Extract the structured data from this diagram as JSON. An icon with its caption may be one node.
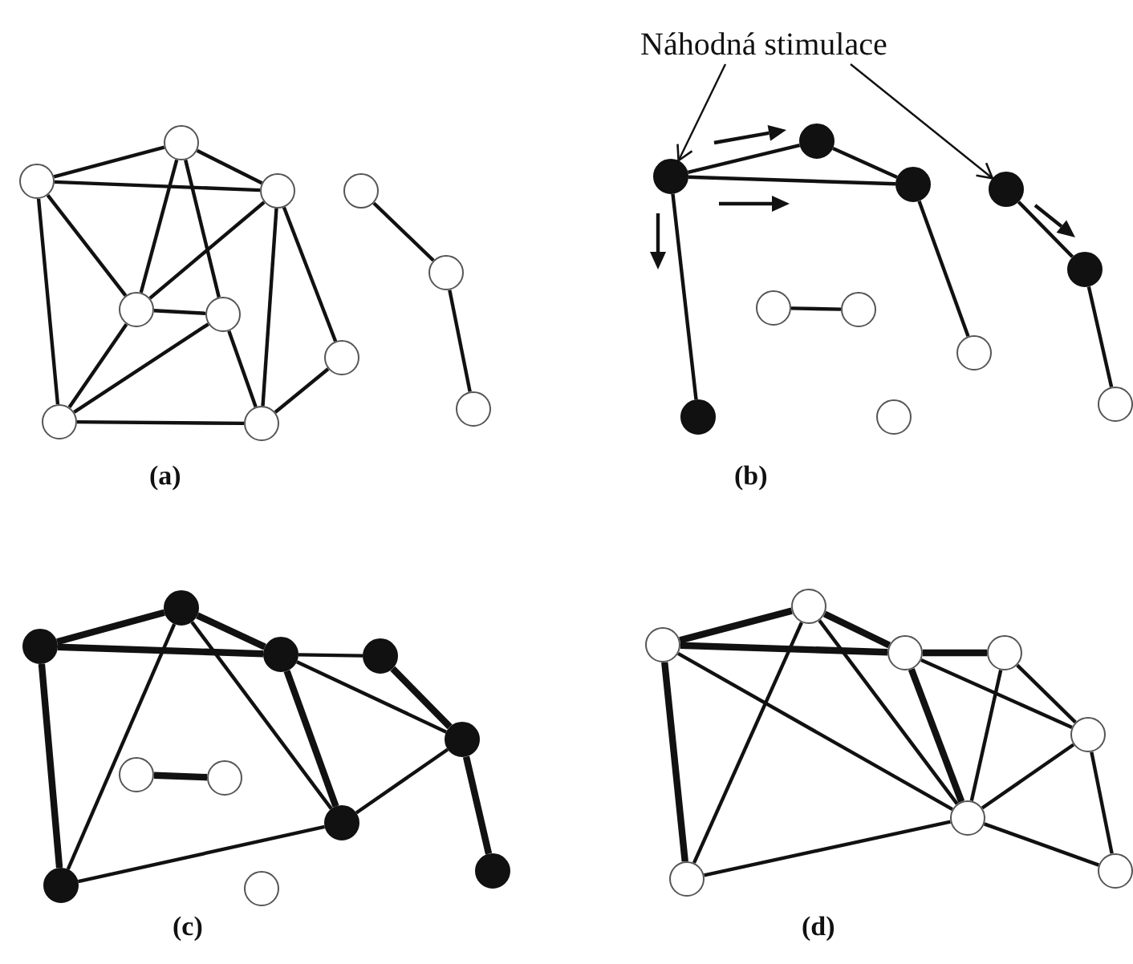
{
  "diagram": {
    "nodes": [
      {
        "text": [],
        "shape": "circle"
      },
      {
        "text": [],
        "shape": "circle"
      },
      {
        "text": [],
        "shape": "circle"
      },
      {
        "text": [],
        "shape": "circle"
      },
      {
        "text": [],
        "shape": "circle"
      },
      {
        "text": [],
        "shape": "circle"
      },
      {
        "text": [],
        "shape": "circle"
      },
      {
        "text": [],
        "shape": "circle"
      },
      {
        "text": [],
        "shape": "circle"
      },
      {
        "text": [],
        "shape": "circle"
      },
      {
        "text": [],
        "shape": "circle"
      },
      {
        "text": [
          "Náhodná stimulace"
        ]
      },
      {
        "text": [],
        "shape": "dot"
      },
      {
        "text": [],
        "shape": "dot"
      },
      {
        "text": [],
        "shape": "dot"
      },
      {
        "text": [],
        "shape": "dot"
      },
      {
        "text": [],
        "shape": "dot"
      },
      {
        "text": [],
        "shape": "dot"
      },
      {
        "text": [],
        "shape": "circle"
      },
      {
        "text": [],
        "shape": "circle"
      },
      {
        "text": [],
        "shape": "circle"
      },
      {
        "text": [],
        "shape": "circle"
      },
      {
        "text": [],
        "shape": "circle"
      },
      {
        "text": [],
        "shape": "dot"
      },
      {
        "text": [],
        "shape": "dot"
      },
      {
        "text": [],
        "shape": "dot"
      },
      {
        "text": [],
        "shape": "dot"
      },
      {
        "text": [],
        "shape": "dot"
      },
      {
        "text": [],
        "shape": "dot"
      },
      {
        "text": [],
        "shape": "dot"
      },
      {
        "text": [],
        "shape": "dot"
      },
      {
        "text": [],
        "shape": "circle"
      },
      {
        "text": [],
        "shape": "circle"
      },
      {
        "text": [],
        "shape": "circle"
      },
      {
        "text": [],
        "shape": "circle"
      },
      {
        "text": [],
        "shape": "circle"
      },
      {
        "text": [],
        "shape": "circle"
      },
      {
        "text": [],
        "shape": "circle"
      },
      {
        "text": [],
        "shape": "circle"
      },
      {
        "text": [],
        "shape": "circle"
      },
      {
        "text": [],
        "shape": "circle"
      },
      {
        "text": [],
        "shape": "circle"
      }
    ],
    "edges": [
      {
        "from": 0,
        "to": 1,
        "arrow": "none"
      },
      {
        "from": 0,
        "to": 2,
        "arrow": "none"
      },
      {
        "from": 1,
        "to": 2,
        "arrow": "none"
      },
      {
        "from": 0,
        "to": 6,
        "arrow": "none"
      },
      {
        "from": 0,
        "to": 3,
        "arrow": "none"
      },
      {
        "from": 1,
        "to": 3,
        "arrow": "none"
      },
      {
        "from": 1,
        "to": 4,
        "arrow": "none"
      },
      {
        "from": 2,
        "to": 3,
        "arrow": "none"
      },
      {
        "from": 2,
        "to": 7,
        "arrow": "none"
      },
      {
        "from": 2,
        "to": 5,
        "arrow": "none"
      },
      {
        "from": 3,
        "to": 4,
        "arrow": "none"
      },
      {
        "from": 3,
        "to": 6,
        "arrow": "none"
      },
      {
        "from": 4,
        "to": 6,
        "arrow": "none"
      },
      {
        "from": 4,
        "to": 7,
        "arrow": "none"
      },
      {
        "from": 6,
        "to": 7,
        "arrow": "none"
      },
      {
        "from": 7,
        "to": 5,
        "arrow": "none"
      },
      {
        "from": 8,
        "to": 9,
        "arrow": "none"
      },
      {
        "from": 9,
        "to": 10,
        "arrow": "none"
      },
      {
        "from": 11,
        "to": 12,
        "arrow": "to"
      },
      {
        "from": 11,
        "to": 15,
        "arrow": "to"
      },
      {
        "from": 12,
        "to": 13,
        "arrow": "none"
      },
      {
        "from": 12,
        "to": 14,
        "arrow": "none"
      },
      {
        "from": 13,
        "to": 14,
        "arrow": "none"
      },
      {
        "from": 12,
        "to": 17,
        "arrow": "none"
      },
      {
        "from": 14,
        "to": 20,
        "arrow": "none"
      },
      {
        "from": 15,
        "to": 16,
        "arrow": "none"
      },
      {
        "from": 16,
        "to": 22,
        "arrow": "none"
      },
      {
        "from": 18,
        "to": 19,
        "arrow": "none"
      },
      {
        "from": 23,
        "to": 24,
        "arrow": "none",
        "style": "thick"
      },
      {
        "from": 23,
        "to": 25,
        "arrow": "none",
        "style": "thick"
      },
      {
        "from": 24,
        "to": 25,
        "arrow": "none",
        "style": "thick"
      },
      {
        "from": 23,
        "to": 29,
        "arrow": "none",
        "style": "thick"
      },
      {
        "from": 24,
        "to": 29,
        "arrow": "none"
      },
      {
        "from": 24,
        "to": 28,
        "arrow": "none"
      },
      {
        "from": 25,
        "to": 28,
        "arrow": "none",
        "style": "thick"
      },
      {
        "from": 25,
        "to": 26,
        "arrow": "none"
      },
      {
        "from": 25,
        "to": 27,
        "arrow": "none"
      },
      {
        "from": 26,
        "to": 27,
        "arrow": "none",
        "style": "thick"
      },
      {
        "from": 27,
        "to": 28,
        "arrow": "none"
      },
      {
        "from": 28,
        "to": 29,
        "arrow": "none"
      },
      {
        "from": 27,
        "to": 30,
        "arrow": "none",
        "style": "thick"
      },
      {
        "from": 31,
        "to": 32,
        "arrow": "none",
        "style": "thick"
      },
      {
        "from": 34,
        "to": 35,
        "arrow": "none",
        "style": "thick"
      },
      {
        "from": 34,
        "to": 36,
        "arrow": "none",
        "style": "thick"
      },
      {
        "from": 35,
        "to": 36,
        "arrow": "none",
        "style": "thick"
      },
      {
        "from": 34,
        "to": 40,
        "arrow": "none",
        "style": "thick"
      },
      {
        "from": 34,
        "to": 39,
        "arrow": "none"
      },
      {
        "from": 35,
        "to": 40,
        "arrow": "none"
      },
      {
        "from": 35,
        "to": 39,
        "arrow": "none"
      },
      {
        "from": 36,
        "to": 37,
        "arrow": "none",
        "style": "thick"
      },
      {
        "from": 36,
        "to": 39,
        "arrow": "none",
        "style": "thick"
      },
      {
        "from": 36,
        "to": 38,
        "arrow": "none"
      },
      {
        "from": 37,
        "to": 39,
        "arrow": "none"
      },
      {
        "from": 37,
        "to": 38,
        "arrow": "none"
      },
      {
        "from": 38,
        "to": 39,
        "arrow": "none"
      },
      {
        "from": 38,
        "to": 41,
        "arrow": "none"
      },
      {
        "from": 39,
        "to": 41,
        "arrow": "none"
      },
      {
        "from": 39,
        "to": 40,
        "arrow": "none"
      }
    ],
    "labels": [
      "(a)",
      "(b)",
      "(c)",
      "(d)"
    ]
  }
}
